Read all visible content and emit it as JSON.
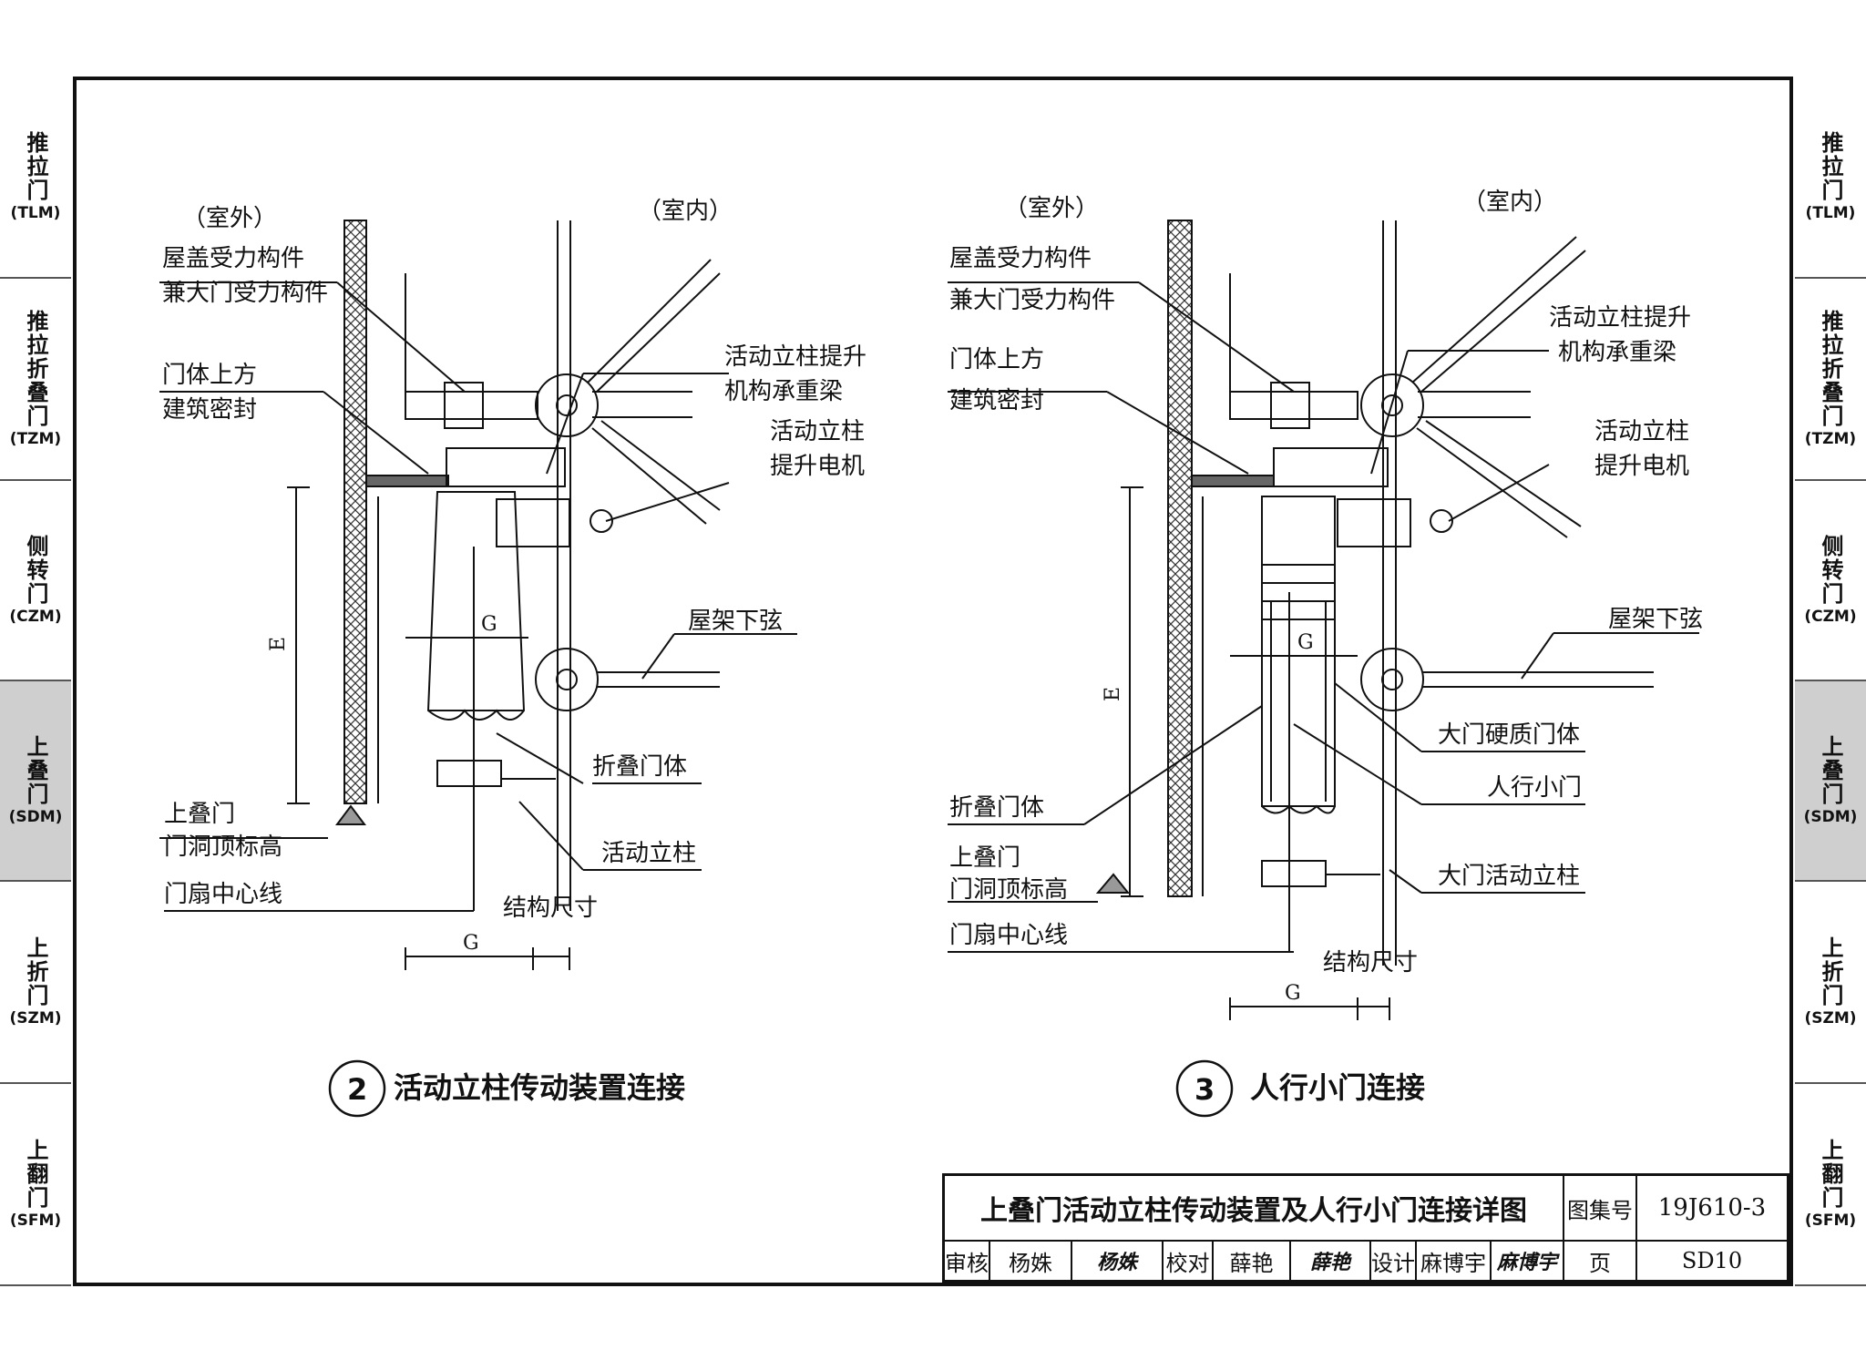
{
  "side_tabs": [
    {
      "chars": "推拉门",
      "code": "(TLM)"
    },
    {
      "chars": "推拉折叠门",
      "code": "(TZM)"
    },
    {
      "chars": "侧转门",
      "code": "(CZM)"
    },
    {
      "chars": "上叠门",
      "code": "(SDM)"
    },
    {
      "chars": "上折门",
      "code": "(SZM)"
    },
    {
      "chars": "上翻门",
      "code": "(SFM)"
    }
  ],
  "colors": {
    "line": "#111111",
    "active_tab": "#cfcfcf",
    "hatch": "#333333"
  },
  "detail2": {
    "outdoor": "（室外）",
    "indoor": "（室内）",
    "roof_member_1": "屋盖受力构件",
    "roof_member_2": "兼大门受力构件",
    "seal_1": "门体上方",
    "seal_2": "建筑密封",
    "lift_beam_1": "活动立柱提升",
    "lift_beam_2": "机构承重梁",
    "motor_1": "活动立柱",
    "motor_2": "提升电机",
    "truss": "屋架下弦",
    "folding": "折叠门体",
    "column": "活动立柱",
    "opening_1": "上叠门",
    "opening_2": "门洞顶标高",
    "centerline": "门扇中心线",
    "struct": "结构尺寸",
    "dim_e": "E",
    "dim_g": "G",
    "dim_g2": "G",
    "caption_num": "2",
    "caption": "活动立柱传动装置连接"
  },
  "detail3": {
    "outdoor": "（室外）",
    "indoor": "（室内）",
    "roof_member_1": "屋盖受力构件",
    "roof_member_2": "兼大门受力构件",
    "seal_1": "门体上方",
    "seal_2": "建筑密封",
    "lift_beam_1": "活动立柱提升",
    "lift_beam_2": "机构承重梁",
    "motor_1": "活动立柱",
    "motor_2": "提升电机",
    "truss": "屋架下弦",
    "hard_door": "大门硬质门体",
    "wicket": "人行小门",
    "folding": "折叠门体",
    "opening_1": "上叠门",
    "opening_2": "门洞顶标高",
    "gate_column": "大门活动立柱",
    "centerline": "门扇中心线",
    "struct": "结构尺寸",
    "dim_e": "E",
    "dim_g": "G",
    "dim_g2": "G",
    "caption_num": "3",
    "caption": "人行小门连接"
  },
  "title_block": {
    "title": "上叠门活动立柱传动装置及人行小门连接详图",
    "atlas_label": "图集号",
    "atlas_no": "19J610-3",
    "review_label": "审核",
    "reviewer": "杨姝",
    "reviewer_sig": "杨姝",
    "check_label": "校对",
    "checker": "薛艳",
    "checker_sig": "薛艳",
    "design_label": "设计",
    "designer": "麻博宇",
    "designer_sig": "麻博宇",
    "page_label": "页",
    "page_no": "SD10"
  }
}
